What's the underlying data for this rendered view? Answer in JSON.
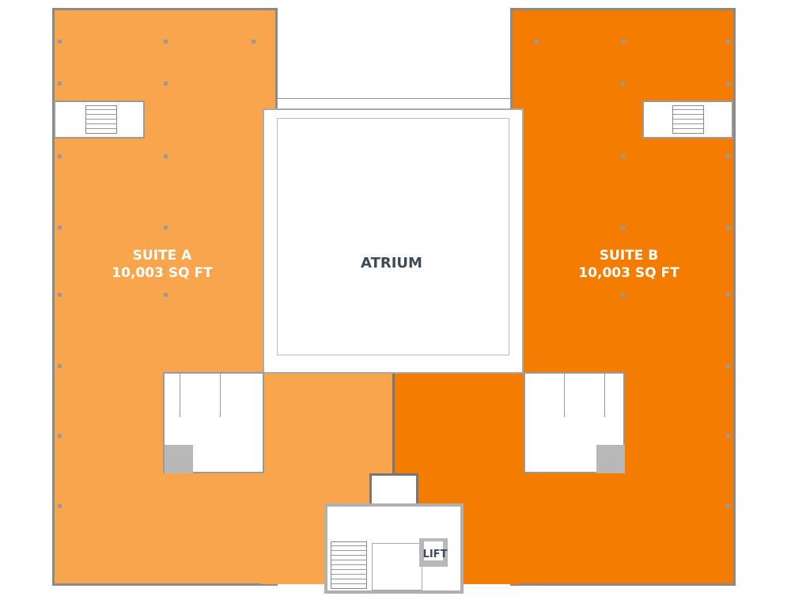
{
  "spaces": {
    "suite_a": {
      "name": "SUITE A",
      "area": "10,003 SQ FT",
      "color": "#F9A54E"
    },
    "suite_b": {
      "name": "SUITE B",
      "area": "10,003 SQ FT",
      "color": "#F47C00"
    },
    "atrium": {
      "name": "ATRIUM",
      "color": "#3d4a5c"
    },
    "lift": {
      "name": "LIFT"
    }
  }
}
